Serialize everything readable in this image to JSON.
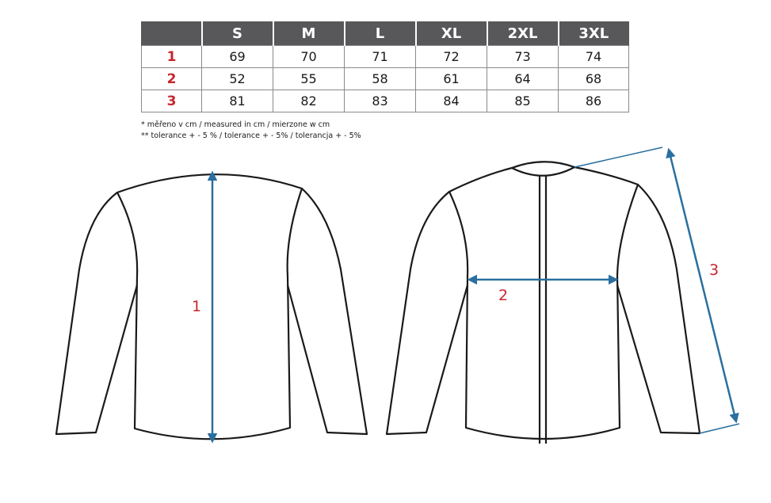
{
  "table": {
    "headers": [
      "",
      "S",
      "M",
      "L",
      "XL",
      "2XL",
      "3XL"
    ],
    "rows": [
      {
        "label": "1",
        "values": [
          "69",
          "70",
          "71",
          "72",
          "73",
          "74"
        ]
      },
      {
        "label": "2",
        "values": [
          "52",
          "55",
          "58",
          "61",
          "64",
          "68"
        ]
      },
      {
        "label": "3",
        "values": [
          "81",
          "82",
          "83",
          "84",
          "85",
          "86"
        ]
      }
    ]
  },
  "notes": {
    "line1": "* měřeno v cm / measured in cm / mierzone w cm",
    "line2": "** tolerance + - 5 % / tolerance + - 5% / tolerancja + - 5%"
  },
  "measurements": {
    "m1": "1",
    "m2": "2",
    "m3": "3"
  },
  "colors": {
    "header_bg": "#58585a",
    "row_label": "#c8252c",
    "arrow": "#2a6fa0",
    "measure_label": "#c8252c"
  }
}
